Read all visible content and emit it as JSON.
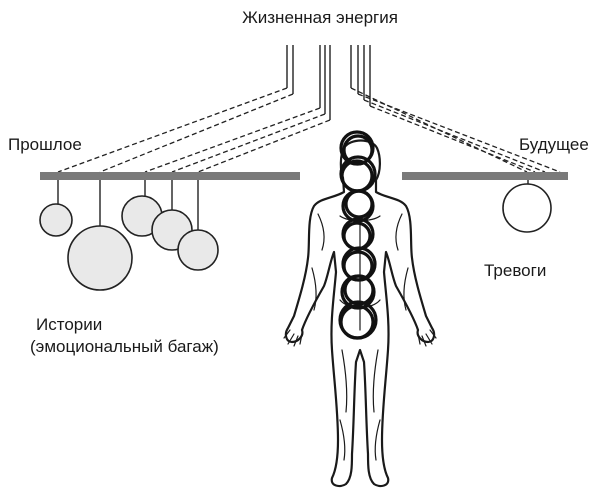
{
  "labels": {
    "life_energy": "Жизненная энергия",
    "past": "Прошлое",
    "future": "Будущее",
    "anxieties": "Тревоги",
    "stories_line1": "Истории",
    "stories_line2": "(эмоциональный багаж)"
  },
  "colors": {
    "ink": "#1a1a1a",
    "bar": "#7a7a7a",
    "ball_fill": "#e9e9e9"
  }
}
